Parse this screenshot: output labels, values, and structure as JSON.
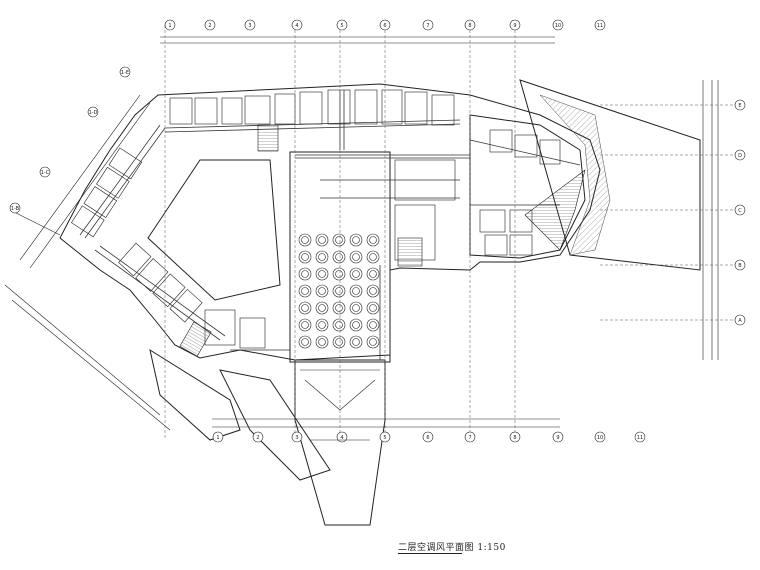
{
  "drawing": {
    "title": "二层空调风平面图 1:150"
  },
  "grid_labels": {
    "top": [
      "1",
      "2",
      "3",
      "4",
      "5",
      "6",
      "7",
      "8",
      "9",
      "10",
      "11"
    ],
    "bottom": [
      "1",
      "2",
      "3",
      "4",
      "5",
      "6",
      "7",
      "8",
      "9",
      "10",
      "11"
    ],
    "right": [
      "E",
      "D",
      "C",
      "B",
      "A"
    ],
    "left": [
      "1-E",
      "1-D",
      "1-C",
      "1-B"
    ]
  },
  "colors": {
    "line": "#222222",
    "hatch": "#555555"
  }
}
